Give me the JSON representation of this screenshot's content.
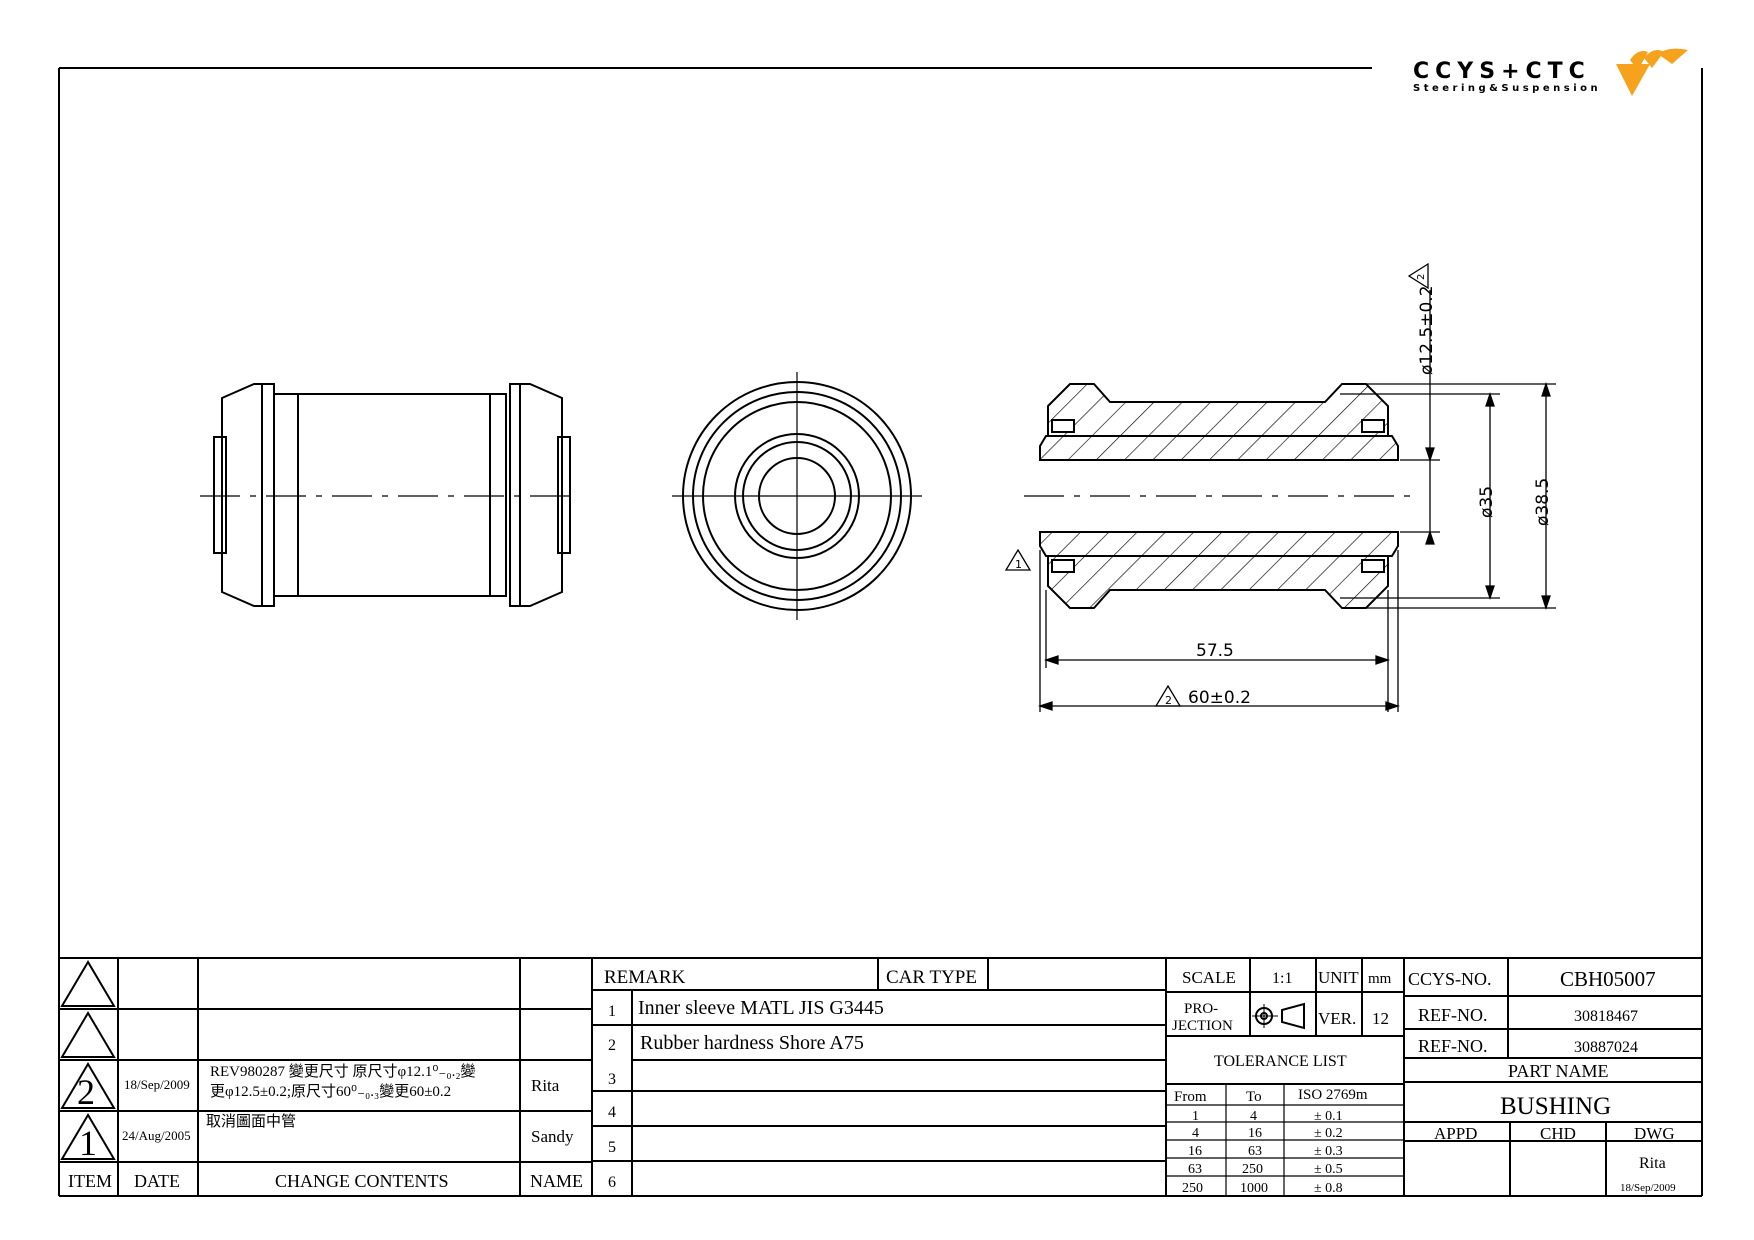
{
  "logo": {
    "brand": "CCYS+CTC",
    "tagline": "Steering&Suspension",
    "accent_color": "#f6a21c",
    "logo_gray": "#9a9a9a"
  },
  "dimensions": {
    "inner_dia": "ø12.5±0.2",
    "mid_dia": "ø35",
    "outer_dia": "ø38.5",
    "length_inner": "57.5",
    "length_total": "60±0.2",
    "rev_marker_2": "2",
    "rev_marker_1": "1"
  },
  "revisions": {
    "rows": [
      {
        "item": "",
        "date": "",
        "contents": "",
        "name": ""
      },
      {
        "item": "",
        "date": "",
        "contents": "",
        "name": ""
      },
      {
        "item": "2",
        "date": "18/Sep/2009",
        "contents_line1": "REV980287 變更尺寸 原尺寸φ12.1⁰₋₀.₂變",
        "contents_line2": "更φ12.5±0.2;原尺寸60⁰₋₀.₃變更60±0.2",
        "name": "Rita"
      },
      {
        "item": "1",
        "date": "24/Aug/2005",
        "contents": "取消圖面中管",
        "name": "Sandy"
      }
    ],
    "headers": {
      "item": "ITEM",
      "date": "DATE",
      "contents": "CHANGE CONTENTS",
      "name": "NAME"
    }
  },
  "remarks": {
    "header_remark": "REMARK",
    "header_car_type": "CAR TYPE",
    "car_type": "",
    "items": [
      {
        "no": "1",
        "text": "Inner sleeve MATL JIS G3445"
      },
      {
        "no": "2",
        "text": "Rubber hardness Shore A75"
      },
      {
        "no": "3",
        "text": ""
      },
      {
        "no": "4",
        "text": ""
      },
      {
        "no": "5",
        "text": ""
      },
      {
        "no": "6",
        "text": ""
      }
    ]
  },
  "specs": {
    "scale_label": "SCALE",
    "scale_value": "1:1",
    "unit_label": "UNIT",
    "unit_value": "mm",
    "projection_label_1": "PRO-",
    "projection_label_2": "JECTION",
    "ver_label": "VER.",
    "ver_value": "12"
  },
  "tolerance": {
    "title": "TOLERANCE LIST",
    "headers": {
      "from": "From",
      "to": "To",
      "iso": "ISO 2769m"
    },
    "rows": [
      {
        "from": "1",
        "to": "4",
        "tol": "± 0.1"
      },
      {
        "from": "4",
        "to": "16",
        "tol": "± 0.2"
      },
      {
        "from": "16",
        "to": "63",
        "tol": "± 0.3"
      },
      {
        "from": "63",
        "to": "250",
        "tol": "± 0.5"
      },
      {
        "from": "250",
        "to": "1000",
        "tol": "± 0.8"
      }
    ]
  },
  "part": {
    "ccys_label": "CCYS-NO.",
    "ccys_value": "CBH05007",
    "ref1_label": "REF-NO.",
    "ref1_value": "30818467",
    "ref2_label": "REF-NO.",
    "ref2_value": "30887024",
    "part_name_label": "PART NAME",
    "part_name_value": "BUSHING",
    "appd_label": "APPD",
    "chd_label": "CHD",
    "dwg_label": "DWG",
    "appd_value": "",
    "chd_value": "",
    "dwg_value": "Rita",
    "dwg_date": "18/Sep/2009"
  }
}
